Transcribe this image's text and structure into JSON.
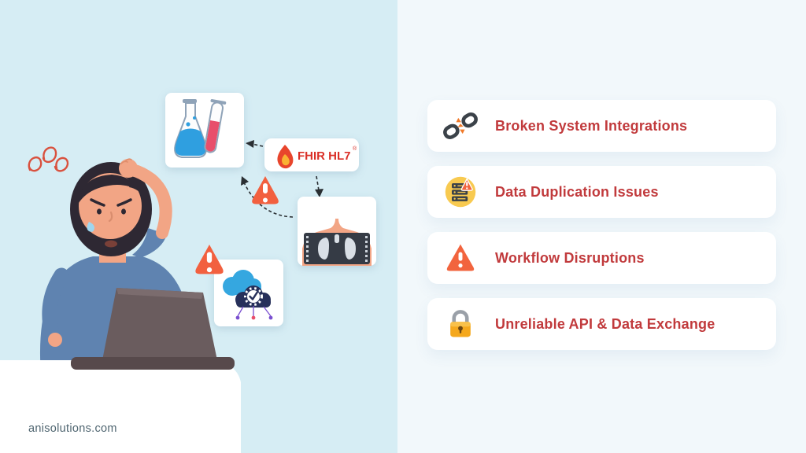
{
  "brand": {
    "website": "anisolutions.com"
  },
  "illustration": {
    "fhir_label": "FHIR HL7",
    "fhir_reg": "®",
    "elements": [
      "stressed-man",
      "laptop",
      "lab-flasks-card",
      "fhir-hl7-badge",
      "xray-scan-card",
      "cloud-integration-card",
      "warning-triangle",
      "dashed-arrows",
      "frustration-squiggle",
      "desk"
    ]
  },
  "issues": {
    "cards": [
      {
        "label": "Broken System Integrations",
        "icon": "broken-chain-icon"
      },
      {
        "label": "Data Duplication Issues",
        "icon": "server-warning-icon"
      },
      {
        "label": "Workflow Disruptions",
        "icon": "warning-triangle-icon"
      },
      {
        "label": "Unreliable API & Data Exchange",
        "icon": "padlock-icon"
      }
    ]
  },
  "colors": {
    "left_bg": "#d6edf4",
    "right_bg": "#f2f8fb",
    "card_bg": "#ffffff",
    "accent_red": "#c13a3c",
    "warning_orange": "#f2643e",
    "badge_yellow": "#f8ca50",
    "lock_gold": "#f5a81c",
    "chain_dark": "#3b4249",
    "cloud_blue": "#35a7e0",
    "cloud_navy": "#27305a",
    "liquid_blue": "#2f9fe0",
    "liquid_pink": "#e84f6b"
  }
}
